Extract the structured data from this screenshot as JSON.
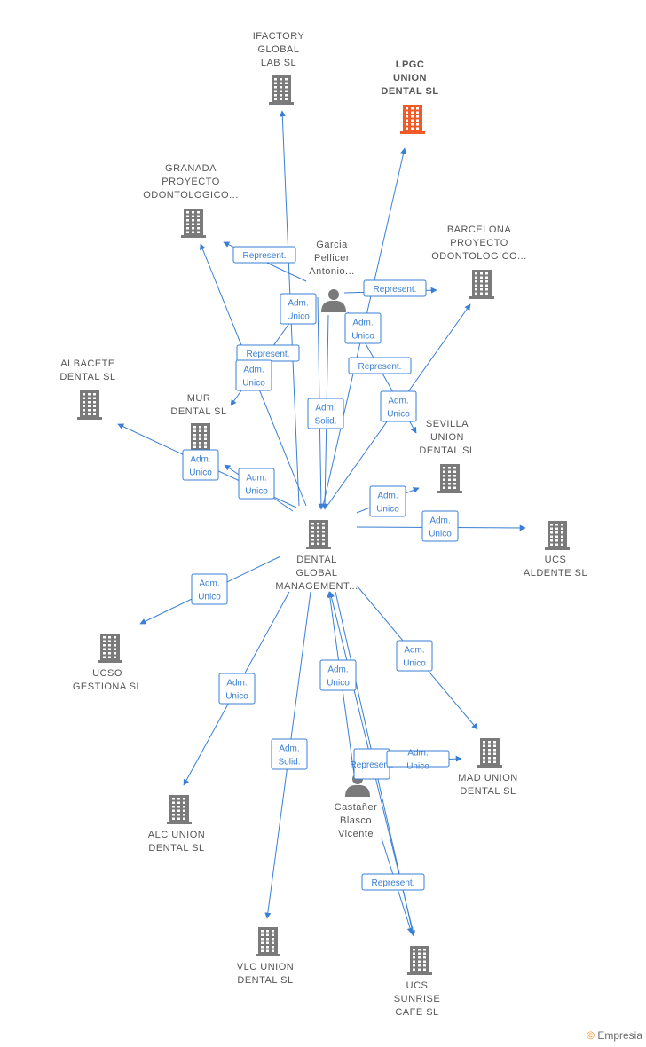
{
  "colors": {
    "edge": "#3a7fd5",
    "building": "#7a7a7a",
    "building_highlight": "#f05a28",
    "person": "#7a7a7a"
  },
  "nodes": [
    {
      "id": "ifactory",
      "type": "building",
      "lines": [
        "IFACTORY",
        "GLOBAL",
        "LAB  SL"
      ]
    },
    {
      "id": "lpgc",
      "type": "building",
      "highlight": true,
      "lines": [
        "LPGC",
        "UNION",
        "DENTAL  SL"
      ]
    },
    {
      "id": "granada",
      "type": "building",
      "lines": [
        "GRANADA",
        "PROYECTO",
        "ODONTOLOGICO..."
      ]
    },
    {
      "id": "garcia",
      "type": "person",
      "lines": [
        "Garcia",
        "Pellicer",
        "Antonio..."
      ]
    },
    {
      "id": "barcelona",
      "type": "building",
      "lines": [
        "BARCELONA",
        "PROYECTO",
        "ODONTOLOGICO..."
      ]
    },
    {
      "id": "albacete",
      "type": "building",
      "lines": [
        "ALBACETE",
        "DENTAL  SL"
      ]
    },
    {
      "id": "mur",
      "type": "building",
      "lines": [
        "MUR",
        "DENTAL  SL"
      ]
    },
    {
      "id": "sevilla",
      "type": "building",
      "lines": [
        "SEVILLA",
        "UNION",
        "DENTAL  SL"
      ]
    },
    {
      "id": "dgm",
      "type": "building",
      "lines": [
        "DENTAL",
        "GLOBAL",
        "MANAGEMENT..."
      ]
    },
    {
      "id": "ucs_aldente",
      "type": "building",
      "lines": [
        "UCS",
        "ALDENTE  SL"
      ]
    },
    {
      "id": "ucso",
      "type": "building",
      "lines": [
        "UCSO",
        "GESTIONA  SL"
      ]
    },
    {
      "id": "mad",
      "type": "building",
      "lines": [
        "MAD UNION",
        "DENTAL  SL"
      ]
    },
    {
      "id": "alc",
      "type": "building",
      "lines": [
        "ALC UNION",
        "DENTAL  SL"
      ]
    },
    {
      "id": "castaner",
      "type": "person",
      "lines": [
        "Castañer",
        "Blasco",
        "Vicente"
      ]
    },
    {
      "id": "vlc",
      "type": "building",
      "lines": [
        "VLC UNION",
        "DENTAL  SL"
      ]
    },
    {
      "id": "ucs_sunrise",
      "type": "building",
      "lines": [
        "UCS",
        "SUNRISE",
        "CAFE  SL"
      ]
    }
  ],
  "badges": [
    {
      "id": "b1",
      "lines": [
        "Represent."
      ]
    },
    {
      "id": "b2",
      "lines": [
        "Represent."
      ]
    },
    {
      "id": "b3",
      "lines": [
        "Adm.",
        "Unico"
      ]
    },
    {
      "id": "b4",
      "lines": [
        "Adm.",
        "Unico"
      ]
    },
    {
      "id": "b5",
      "lines": [
        "Represent."
      ]
    },
    {
      "id": "b6",
      "lines": [
        "Represent."
      ]
    },
    {
      "id": "b7",
      "lines": [
        "Adm.",
        "Unico"
      ]
    },
    {
      "id": "b8",
      "lines": [
        "Adm.",
        "Solid."
      ]
    },
    {
      "id": "b9",
      "lines": [
        "Adm.",
        "Unico"
      ]
    },
    {
      "id": "b10",
      "lines": [
        "Adm.",
        "Unico"
      ]
    },
    {
      "id": "b11",
      "lines": [
        "Adm.",
        "Unico"
      ]
    },
    {
      "id": "b12",
      "lines": [
        "Adm.",
        "Unico"
      ]
    },
    {
      "id": "b13",
      "lines": [
        "Adm.",
        "Unico"
      ]
    },
    {
      "id": "b14",
      "lines": [
        "Adm.",
        "Unico"
      ]
    },
    {
      "id": "b15",
      "lines": [
        "Adm.",
        "Unico"
      ]
    },
    {
      "id": "b16",
      "lines": [
        "Adm.",
        "Unico"
      ]
    },
    {
      "id": "b17",
      "lines": [
        "Adm.",
        "Solid."
      ]
    },
    {
      "id": "b18",
      "lines": [
        "Adm.",
        "Unico"
      ]
    },
    {
      "id": "b19",
      "lines": [
        "Represent."
      ]
    },
    {
      "id": "b20",
      "lines": [
        "Adm.",
        "Unico"
      ]
    },
    {
      "id": "b21",
      "lines": [
        "Represent."
      ]
    }
  ],
  "watermark": {
    "symbol": "©",
    "brand": "Empresia"
  }
}
